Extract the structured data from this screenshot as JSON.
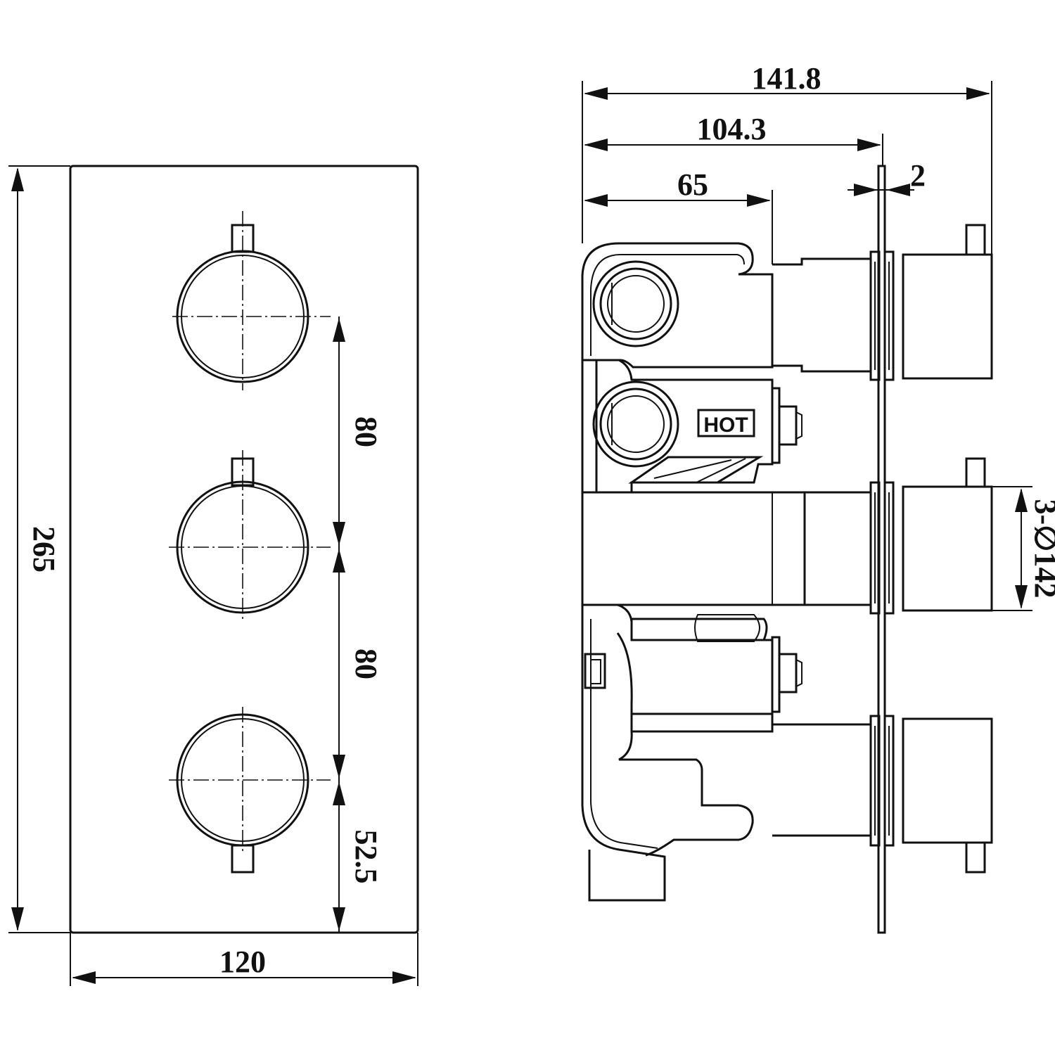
{
  "front_view": {
    "height": "265",
    "width": "120",
    "spacing_upper": "80",
    "spacing_lower": "80",
    "bottom_offset": "52.5"
  },
  "side_view": {
    "overall_depth": "141.8",
    "depth_to_plate": "104.3",
    "body_depth": "65",
    "plate_thickness": "2",
    "knob_spec": "3-∅142",
    "inlet_label": "HOT"
  }
}
